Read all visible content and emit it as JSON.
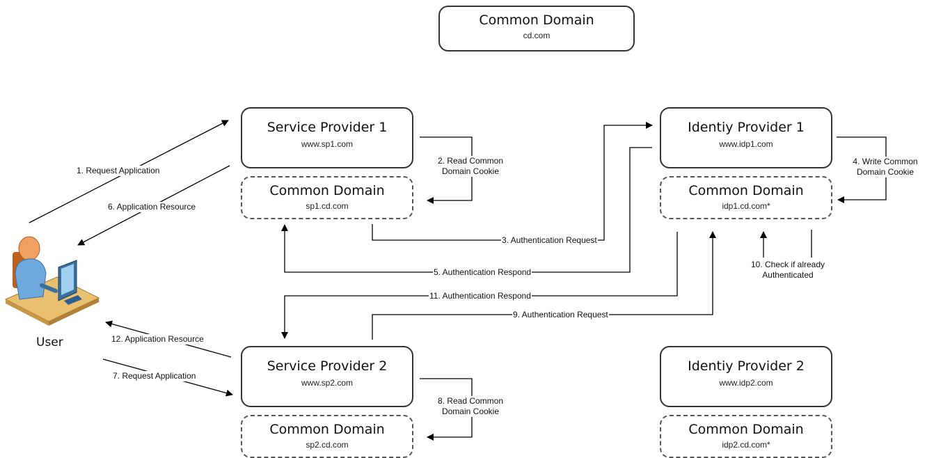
{
  "nodes": {
    "common_domain_top": {
      "title": "Common Domain",
      "domain": "cd.com"
    },
    "sp1": {
      "title": "Service Provider 1",
      "domain": "www.sp1.com"
    },
    "sp1_common": {
      "title": "Common Domain",
      "domain": "sp1.cd.com"
    },
    "idp1": {
      "title": "Identiy Provider 1",
      "domain": "www.idp1.com"
    },
    "idp1_common": {
      "title": "Common Domain",
      "domain": "idp1.cd.com*"
    },
    "sp2": {
      "title": "Service Provider 2",
      "domain": "www.sp2.com"
    },
    "sp2_common": {
      "title": "Common Domain",
      "domain": "sp2.cd.com"
    },
    "idp2": {
      "title": "Identiy Provider 2",
      "domain": "www.idp2.com"
    },
    "idp2_common": {
      "title": "Common Domain",
      "domain": "idp2.cd.com*"
    },
    "user": {
      "label": "User"
    }
  },
  "steps": {
    "s1": "1. Request Application",
    "s2a": "2. Read Common",
    "s2b": "Domain Cookie",
    "s3": "3. Authentication Request",
    "s4a": "4. Write Common",
    "s4b": "Domain Cookie",
    "s5": "5. Authentication Respond",
    "s6": "6. Application Resource",
    "s7": "7. Request Application",
    "s8a": "8. Read Common",
    "s8b": "Domain Cookie",
    "s9": "9. Authentication Request",
    "s10a": "10. Check if already",
    "s10b": "Authenticated",
    "s11": "11. Authentication Respond",
    "s12": "12. Application Resource"
  },
  "colors": {
    "line": "#000000",
    "box_border": "#333333",
    "user_skin": "#f0a060",
    "user_shirt": "#6fa8dc",
    "desk": "#e8c070"
  }
}
